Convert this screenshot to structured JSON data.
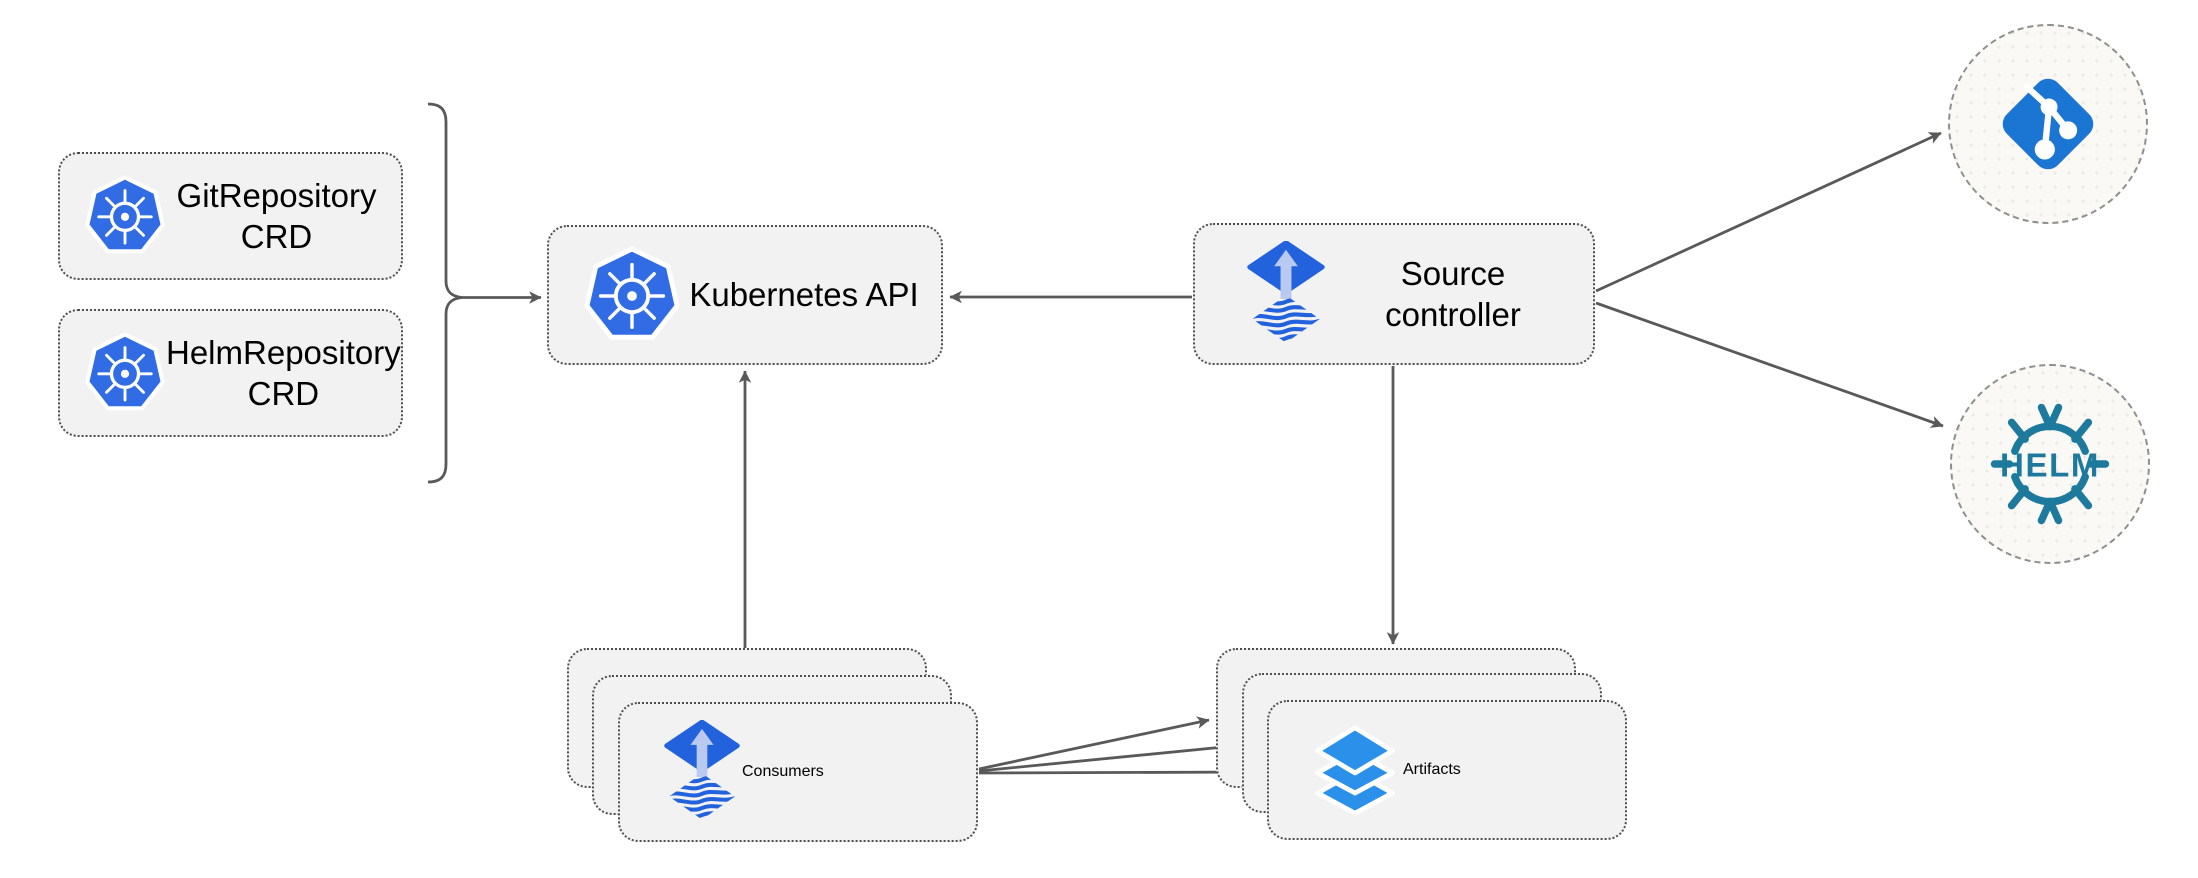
{
  "diagram": {
    "nodes": {
      "git_repo_crd": {
        "label": "GitRepository\nCRD",
        "icon": "kubernetes-icon"
      },
      "helm_repo_crd": {
        "label": "HelmRepository\nCRD",
        "icon": "kubernetes-icon"
      },
      "kubernetes_api": {
        "label": "Kubernetes API",
        "icon": "kubernetes-icon"
      },
      "source_controller": {
        "label": "Source\ncontroller",
        "icon": "flux-icon"
      },
      "consumers": {
        "label": "Consumers",
        "icon": "flux-icon",
        "stack_count": 3
      },
      "artifacts": {
        "label": "Artifacts",
        "icon": "layers-icon",
        "stack_count": 3
      },
      "git_repository": {
        "icon": "git-icon"
      },
      "helm_repository": {
        "icon": "helm-icon",
        "icon_text": "HELM"
      }
    },
    "edges": [
      {
        "from": "git_repo_crd + helm_repo_crd (bracket)",
        "to": "kubernetes_api"
      },
      {
        "from": "source_controller",
        "to": "kubernetes_api"
      },
      {
        "from": "consumers",
        "to": "kubernetes_api"
      },
      {
        "from": "source_controller",
        "to": "artifacts"
      },
      {
        "from": "source_controller",
        "to": "git_repository"
      },
      {
        "from": "source_controller",
        "to": "helm_repository"
      },
      {
        "from": "consumers",
        "to": "artifacts",
        "count": 3
      }
    ],
    "colors": {
      "kubernetes_blue": "#326ce5",
      "flux_blue": "#2262dc",
      "flux_arrow_light": "#b9c9ef",
      "git_blue": "#1b75d2",
      "helm_teal": "#1d7a9c",
      "layers_blue": "#2b90ea",
      "connector_gray": "#595959",
      "node_fill": "#f2f2f2",
      "node_border": "#4f4f4f",
      "circle_fill": "#faf9f6",
      "circle_border": "#8f8f8f",
      "text": "#000000",
      "background": "#ffffff"
    }
  }
}
